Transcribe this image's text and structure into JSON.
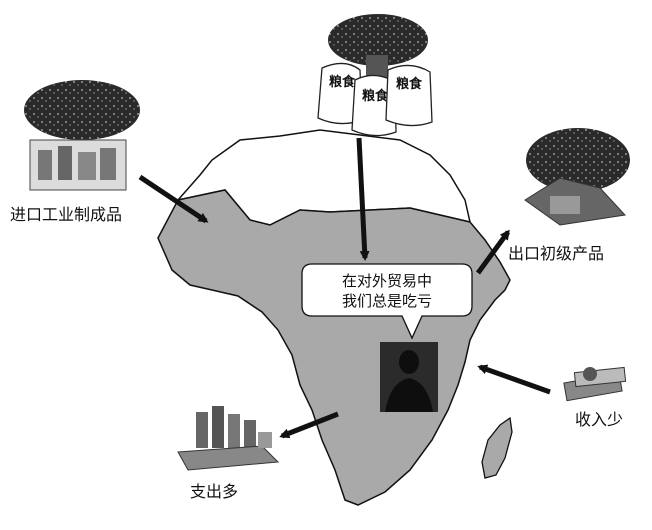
{
  "labels": {
    "import_manufactured": "进口工业制成品",
    "export_primary": "出口初级产品",
    "income_low": "收入少",
    "expenditure_high": "支出多"
  },
  "grain_sacks": [
    "粮食",
    "粮食",
    "粮食"
  ],
  "callout": {
    "line1": "在对外贸易中",
    "line2": "我们总是吃亏"
  },
  "icons": [
    "factory-icon",
    "grain-sack-icon",
    "mining-icon",
    "money-icon",
    "money-pile-icon",
    "person-icon"
  ]
}
